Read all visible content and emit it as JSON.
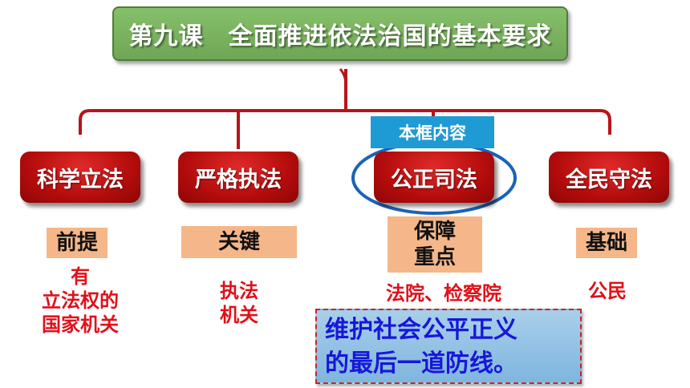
{
  "title": "第九课　全面推进依法治国的基本要求",
  "tag": "本框内容",
  "nodes": [
    {
      "label": "科学立法",
      "key": "前提",
      "desc": "有\n立法权的\n国家机关"
    },
    {
      "label": "严格执法",
      "key": "关键",
      "desc": "执法\n机关"
    },
    {
      "label": "公正司法",
      "key": "保障\n重点",
      "desc": "法院、检察院"
    },
    {
      "label": "全民守法",
      "key": "基础",
      "desc": "公民"
    }
  ],
  "quote": "维护社会公平正义\n的最后一道防线。",
  "colors": {
    "title_bg": "#7ab35f",
    "node_bg": "#c01010",
    "peach": "#f5b78a",
    "red_text": "#e0101a",
    "tag_bg": "#1e9ad4",
    "quote_text": "#1717d9",
    "circle": "#1b63b6",
    "line": "#b8141a"
  }
}
